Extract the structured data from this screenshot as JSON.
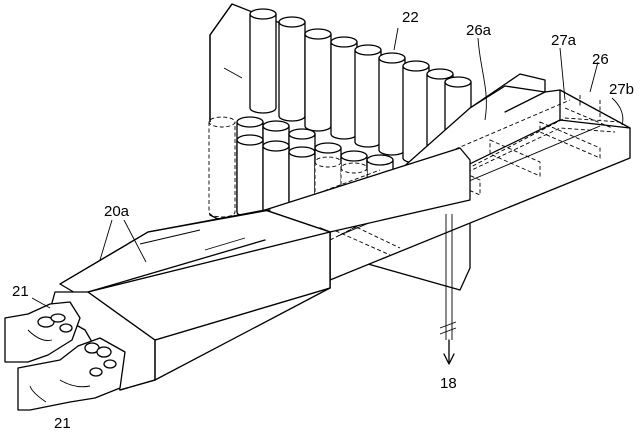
{
  "labels": {
    "l22": "22",
    "l26a": "26a",
    "l27a": "27a",
    "l26": "26",
    "l27b": "27b",
    "l20a": "20a",
    "l21a": "21",
    "l21b": "21",
    "l18": "18"
  },
  "colors": {
    "line": "#000000",
    "background": "#ffffff"
  }
}
